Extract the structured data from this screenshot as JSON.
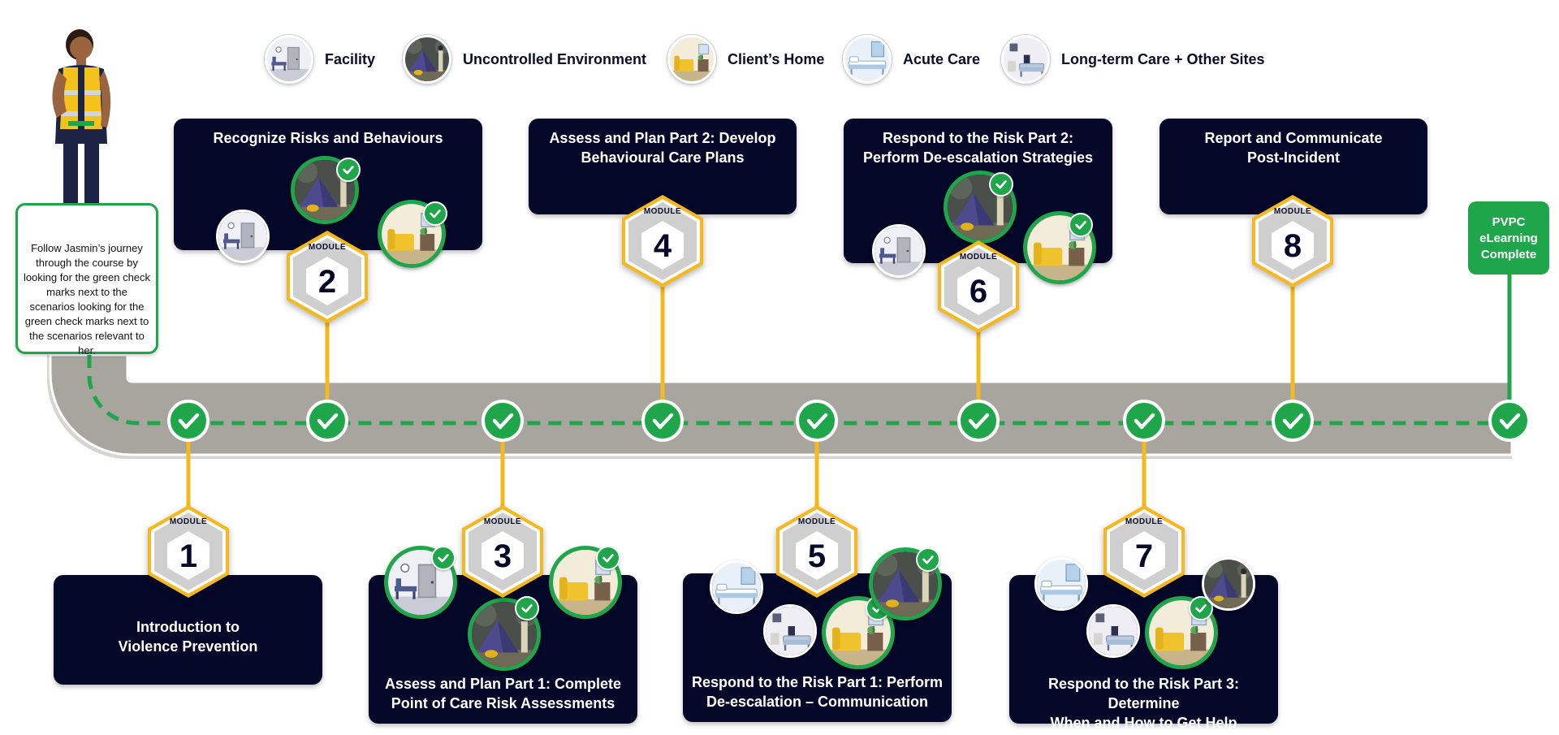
{
  "legend": [
    {
      "scene": "facility",
      "label": "Facility"
    },
    {
      "scene": "uncontrolled",
      "label": "Uncontrolled Environment"
    },
    {
      "scene": "home",
      "label": "Client’s Home"
    },
    {
      "scene": "acute",
      "label": "Acute Care"
    },
    {
      "scene": "longterm",
      "label": "Long-term Care + Other Sites"
    }
  ],
  "info_text": "Follow Jasmin’s journey through the course by looking for the green check marks next to the scenarios looking for the green check marks next to the scenarios relevant to her.",
  "completion": {
    "line1": "PVPC",
    "line2": "eLearning",
    "line3": "Complete"
  },
  "module_word": "MODULE",
  "modules": [
    {
      "number": "1",
      "title_lines": [
        "Introduction to",
        "Violence Prevention"
      ]
    },
    {
      "number": "2",
      "title_lines": [
        "Recognize Risks and Behaviours"
      ]
    },
    {
      "number": "3",
      "title_lines": [
        "Assess and Plan Part 1: Complete",
        "Point of Care Risk Assessments"
      ]
    },
    {
      "number": "4",
      "title_lines": [
        "Assess and Plan Part 2: Develop",
        "Behavioural Care Plans"
      ]
    },
    {
      "number": "5",
      "title_lines": [
        "Respond to the Risk Part 1: Perform",
        "De-escalation – Communication"
      ]
    },
    {
      "number": "6",
      "title_lines": [
        "Respond to the Risk Part 2:",
        "Perform De-escalation Strategies"
      ]
    },
    {
      "number": "7",
      "title_lines": [
        "Respond to the Risk Part 3: Determine",
        "When and How to Get Help"
      ]
    },
    {
      "number": "8",
      "title_lines": [
        "Report and Communicate",
        "Post-Incident"
      ]
    }
  ],
  "colors": {
    "card_bg": "#06082a",
    "accent_yellow": "#f6b81f",
    "check_green": "#1fa64a",
    "road_grey": "#a8a49e"
  },
  "icons": {
    "checkpoint": "check-circle-icon",
    "character": "jasmin-character-icon"
  }
}
